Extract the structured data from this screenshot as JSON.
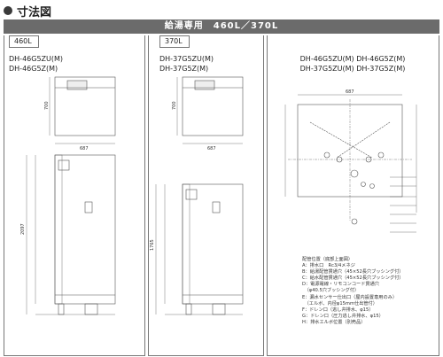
{
  "header": {
    "title": "寸法図"
  },
  "banner": {
    "text": "給湯専用　460L／370L"
  },
  "panels": {
    "p460": {
      "tab": "460L",
      "model_1": "DH-46G5ZU(M)",
      "model_2": "DH-46G5Z(M)"
    },
    "p370": {
      "tab": "370L",
      "model_1": "DH-37G5ZU(M)",
      "model_2": "DH-37G5Z(M)"
    },
    "pr": {
      "model_1": "DH-46G5ZU(M)  DH-46G5Z(M)",
      "model_2": "DH-37G5ZU(M)  DH-37G5Z(M)"
    }
  },
  "dims": {
    "w460": "687",
    "h460": "2097",
    "top460": "700",
    "w370": "687",
    "h370": "1765",
    "top370": "700",
    "wr": "687"
  },
  "legend": {
    "title": "配管位置（底部上面図）",
    "items": [
      "A：排水口　Rc3/4メネジ",
      "B：給湯配管貫通穴（45×52長穴ブッシング付）",
      "C：給水配管貫通穴（45×52長穴ブッシング付）",
      "D：電源電線・リモコンコード貫通穴",
      "　（φ40.5穴ブッシング付）",
      "E：漏水センサー仕出口（屋内設置専用のみ）",
      "　（エルボ、内径φ15mm仕出管付）",
      "F：ドレン口（逃し弁排水、φ15）",
      "G：ドレン口（圧力逃し弁排水、φ15）",
      "H：排水エルボ位置（別売品）"
    ]
  }
}
